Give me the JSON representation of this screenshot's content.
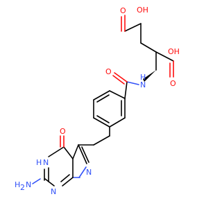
{
  "structure": {
    "atoms": {
      "o_acid_top_carbonyl": "O",
      "oh_acid_top": "OH",
      "oh_acid_alpha": "OH",
      "o_acid_alpha_carbonyl": "O",
      "o_amide": "O",
      "n_amide_h": "H",
      "n_amide": "N",
      "o_ring_carbonyl": "O",
      "n_ring_h": "H",
      "n_ring": "N",
      "nh2": "H",
      "nh2_n": "N",
      "nh2_sub": "2",
      "n_pyrimidine": "N",
      "n_pyrrole": "N"
    }
  }
}
